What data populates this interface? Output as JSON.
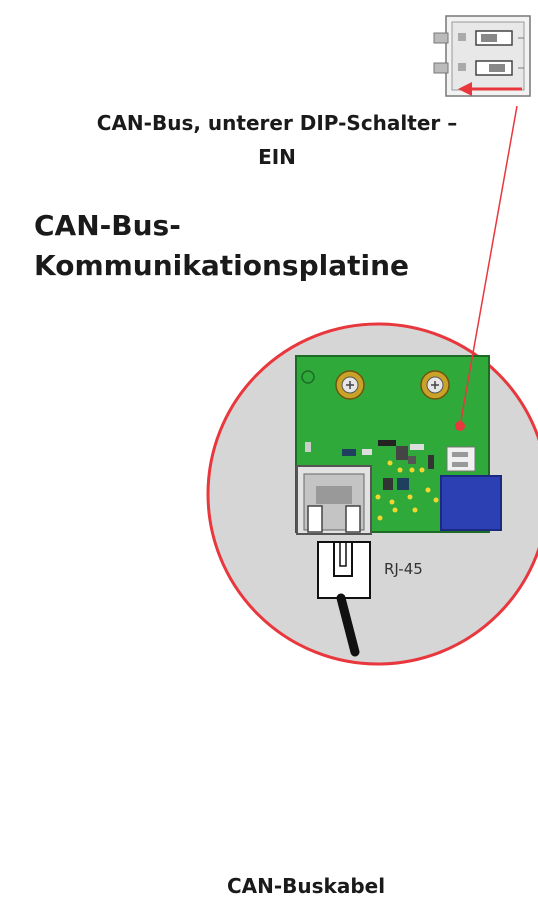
{
  "labels": {
    "dip_switch": "CAN-Bus, unterer DIP-Schalter – EIN",
    "title": "CAN-Bus-Kommunikationsplatine",
    "connector": "RJ-45",
    "cable": "CAN-Buskabel"
  },
  "colors": {
    "callout": "#e8383d",
    "board": "#2faa3a",
    "terminal_block": "#2c3fb3",
    "magnifier": "#d6d6d6"
  }
}
